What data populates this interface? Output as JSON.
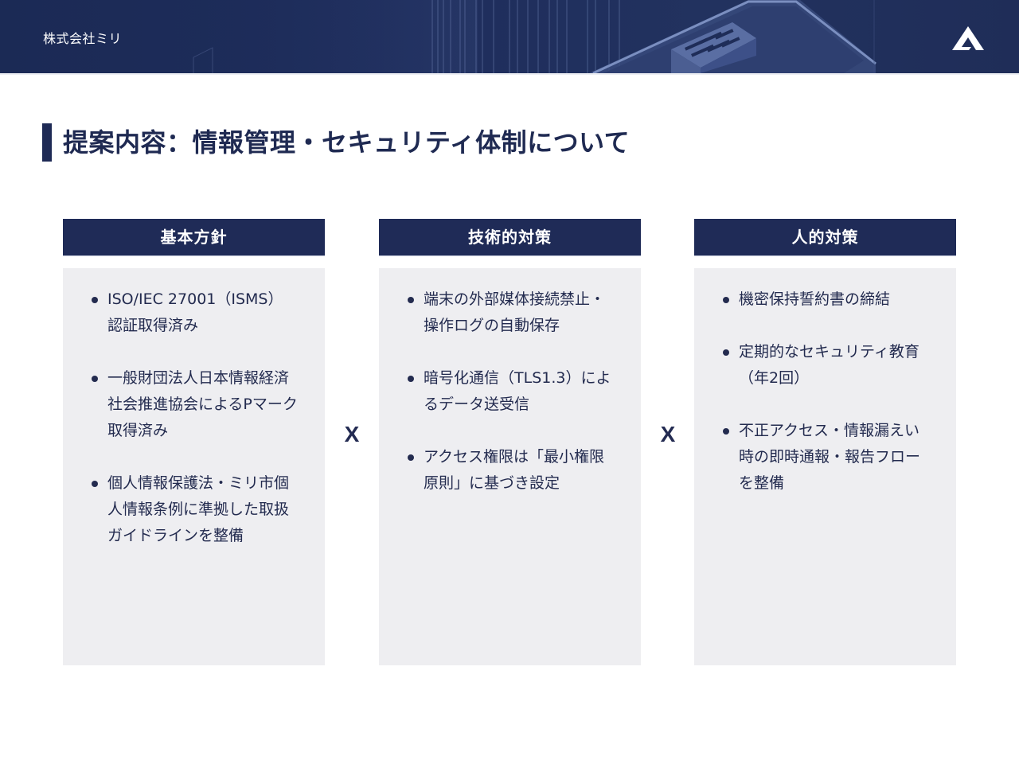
{
  "header": {
    "company_name": "株式会社ミリ",
    "logo_icon": "triangle-a-logo-icon",
    "background_color": "#1e2d5c"
  },
  "title": {
    "text": "提案内容：情報管理・セキュリティ体制について",
    "accent_color": "#1e2a55"
  },
  "columns": [
    {
      "heading": "基本方針",
      "items": [
        "ISO/IEC 27001（ISMS） 認証取得済み",
        "一般財団法人日本情報経済社会推進協会によるPマーク取得済み",
        "個人情報保護法・ミリ市個人情報条例に準拠した取扱ガイドラインを整備"
      ]
    },
    {
      "heading": "技術的対策",
      "items": [
        "端末の外部媒体接続禁止・操作ログの自動保存",
        "暗号化通信（TLS1.3）によるデータ送受信",
        "アクセス権限は「最小権限原則」に基づき設定"
      ]
    },
    {
      "heading": "人的対策",
      "items": [
        "機密保持誓約書の締結",
        "定期的なセキュリティ教育（年2回）",
        "不正アクセス・情報漏えい時の即時通報・報告フローを整備"
      ]
    }
  ],
  "separators": [
    "X",
    "X"
  ],
  "colors": {
    "column_header_bg": "#1f2b57",
    "column_body_bg": "#eeeef1",
    "text": "#232b4f"
  }
}
